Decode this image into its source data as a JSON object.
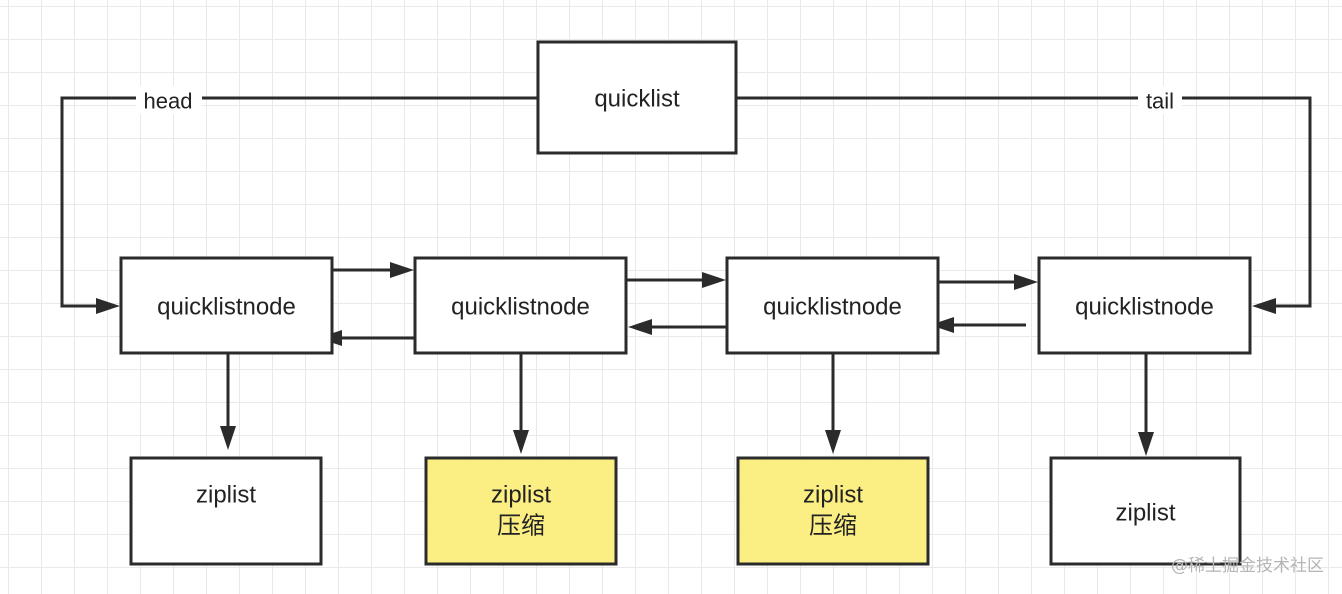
{
  "diagram": {
    "root": {
      "label": "quicklist"
    },
    "edges": {
      "head_label": "head",
      "tail_label": "tail"
    },
    "nodes": [
      {
        "label": "quicklistnode",
        "ziplist": {
          "lines": [
            "ziplist"
          ],
          "compressed": false
        }
      },
      {
        "label": "quicklistnode",
        "ziplist": {
          "lines": [
            "ziplist",
            "压缩"
          ],
          "compressed": true
        }
      },
      {
        "label": "quicklistnode",
        "ziplist": {
          "lines": [
            "ziplist",
            "压缩"
          ],
          "compressed": true
        }
      },
      {
        "label": "quicklistnode",
        "ziplist": {
          "lines": [
            "ziplist"
          ],
          "compressed": false
        }
      }
    ],
    "colors": {
      "compressed_fill": "#fbef84",
      "stroke": "#2b2b2b",
      "grid": "#e9e9e9"
    }
  },
  "watermark": "@稀土掘金技术社区"
}
